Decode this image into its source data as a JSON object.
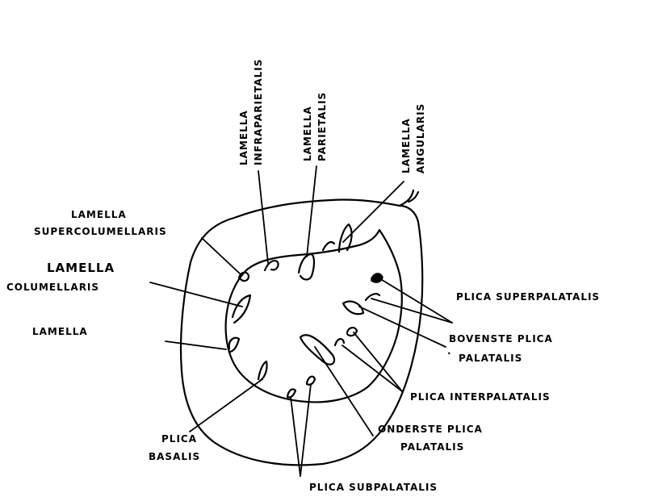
{
  "labels": {
    "lamella_infraparietalis": [
      "LAMELLA",
      "INFRAPARIETALIS"
    ],
    "lamella_parietalis": [
      "LAMELLA",
      "PARIETALIS"
    ],
    "lamella_angularis": [
      "LAMELLA",
      "ANGULARIS"
    ],
    "lamella_supercolumellaris": [
      "LAMELLA",
      "SUPERCOLUMELLARIS"
    ],
    "lamella_columellaris": [
      "LAMELLA",
      "COLUMELLARIS"
    ],
    "lamella": "LAMELLA",
    "plica_superpalatalis": "PLICA SUPERPALATALIS",
    "bovenste_plica_palatalis": [
      "BOVENSTE PLICA",
      "PALATALIS"
    ],
    "plica_interpalatalis": "PLICA  INTERPALATALIS",
    "onderste_plica_palatalis": [
      "ONDERSTE PLICA",
      "PALATALIS"
    ],
    "plica_basalis": [
      "PLICA",
      "BASALIS"
    ],
    "plica_subpalatalis": "PLICA SUBPALATALIS"
  },
  "colors": {
    "ink": "#000000",
    "paper": "#ffffff"
  }
}
